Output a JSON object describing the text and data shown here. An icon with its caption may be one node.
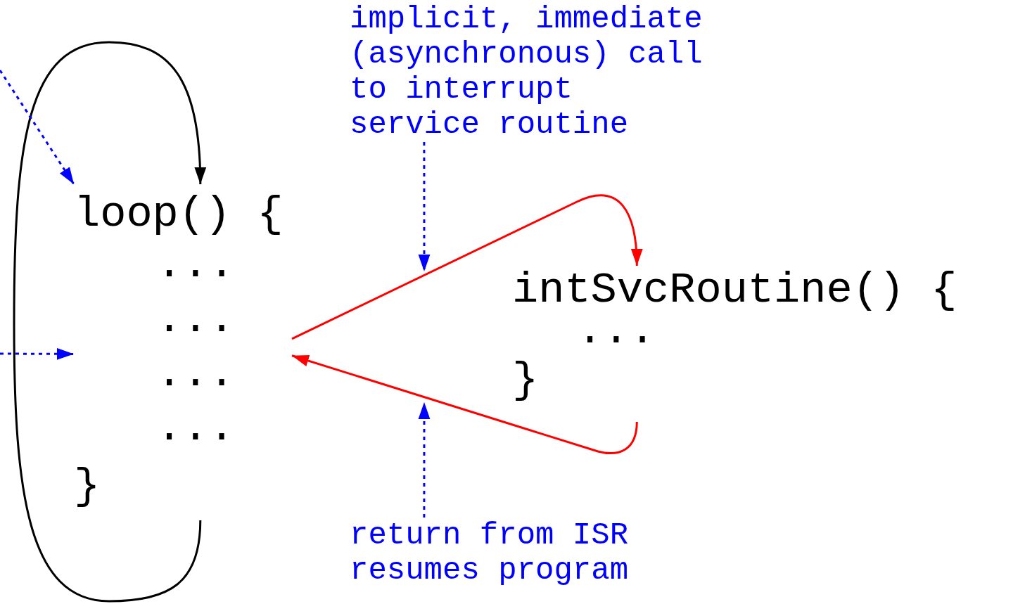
{
  "diagram": {
    "nodes": [
      {
        "text": [
          "loop() {",
          "...",
          "...",
          "...",
          "...",
          "}"
        ]
      },
      {
        "text": [
          "intSvcRoutine() {",
          "...",
          "}"
        ]
      },
      {
        "text": [
          "implicit, immediate (asynchronous) call to interrupt service routine"
        ]
      },
      {
        "text": [
          "return from ISR resumes program"
        ]
      }
    ],
    "edges": [
      {
        "from": 0,
        "to": 0,
        "arrow": "to",
        "color": "#000000"
      },
      {
        "from": null,
        "to": 0,
        "arrow": "to",
        "style": "dashed",
        "color": "#0000ff"
      },
      {
        "from": null,
        "to": 0,
        "arrow": "to",
        "style": "dashed",
        "color": "#0000ff"
      },
      {
        "from": 0,
        "to": 1,
        "arrow": "to",
        "color": "#ff0000"
      },
      {
        "from": 1,
        "to": 0,
        "arrow": "to",
        "color": "#ff0000"
      },
      {
        "from": 2,
        "to": null,
        "arrow": "to",
        "style": "dashed",
        "color": "#0000ff"
      },
      {
        "from": 3,
        "to": null,
        "arrow": "to",
        "style": "dashed",
        "color": "#0000ff"
      }
    ]
  }
}
